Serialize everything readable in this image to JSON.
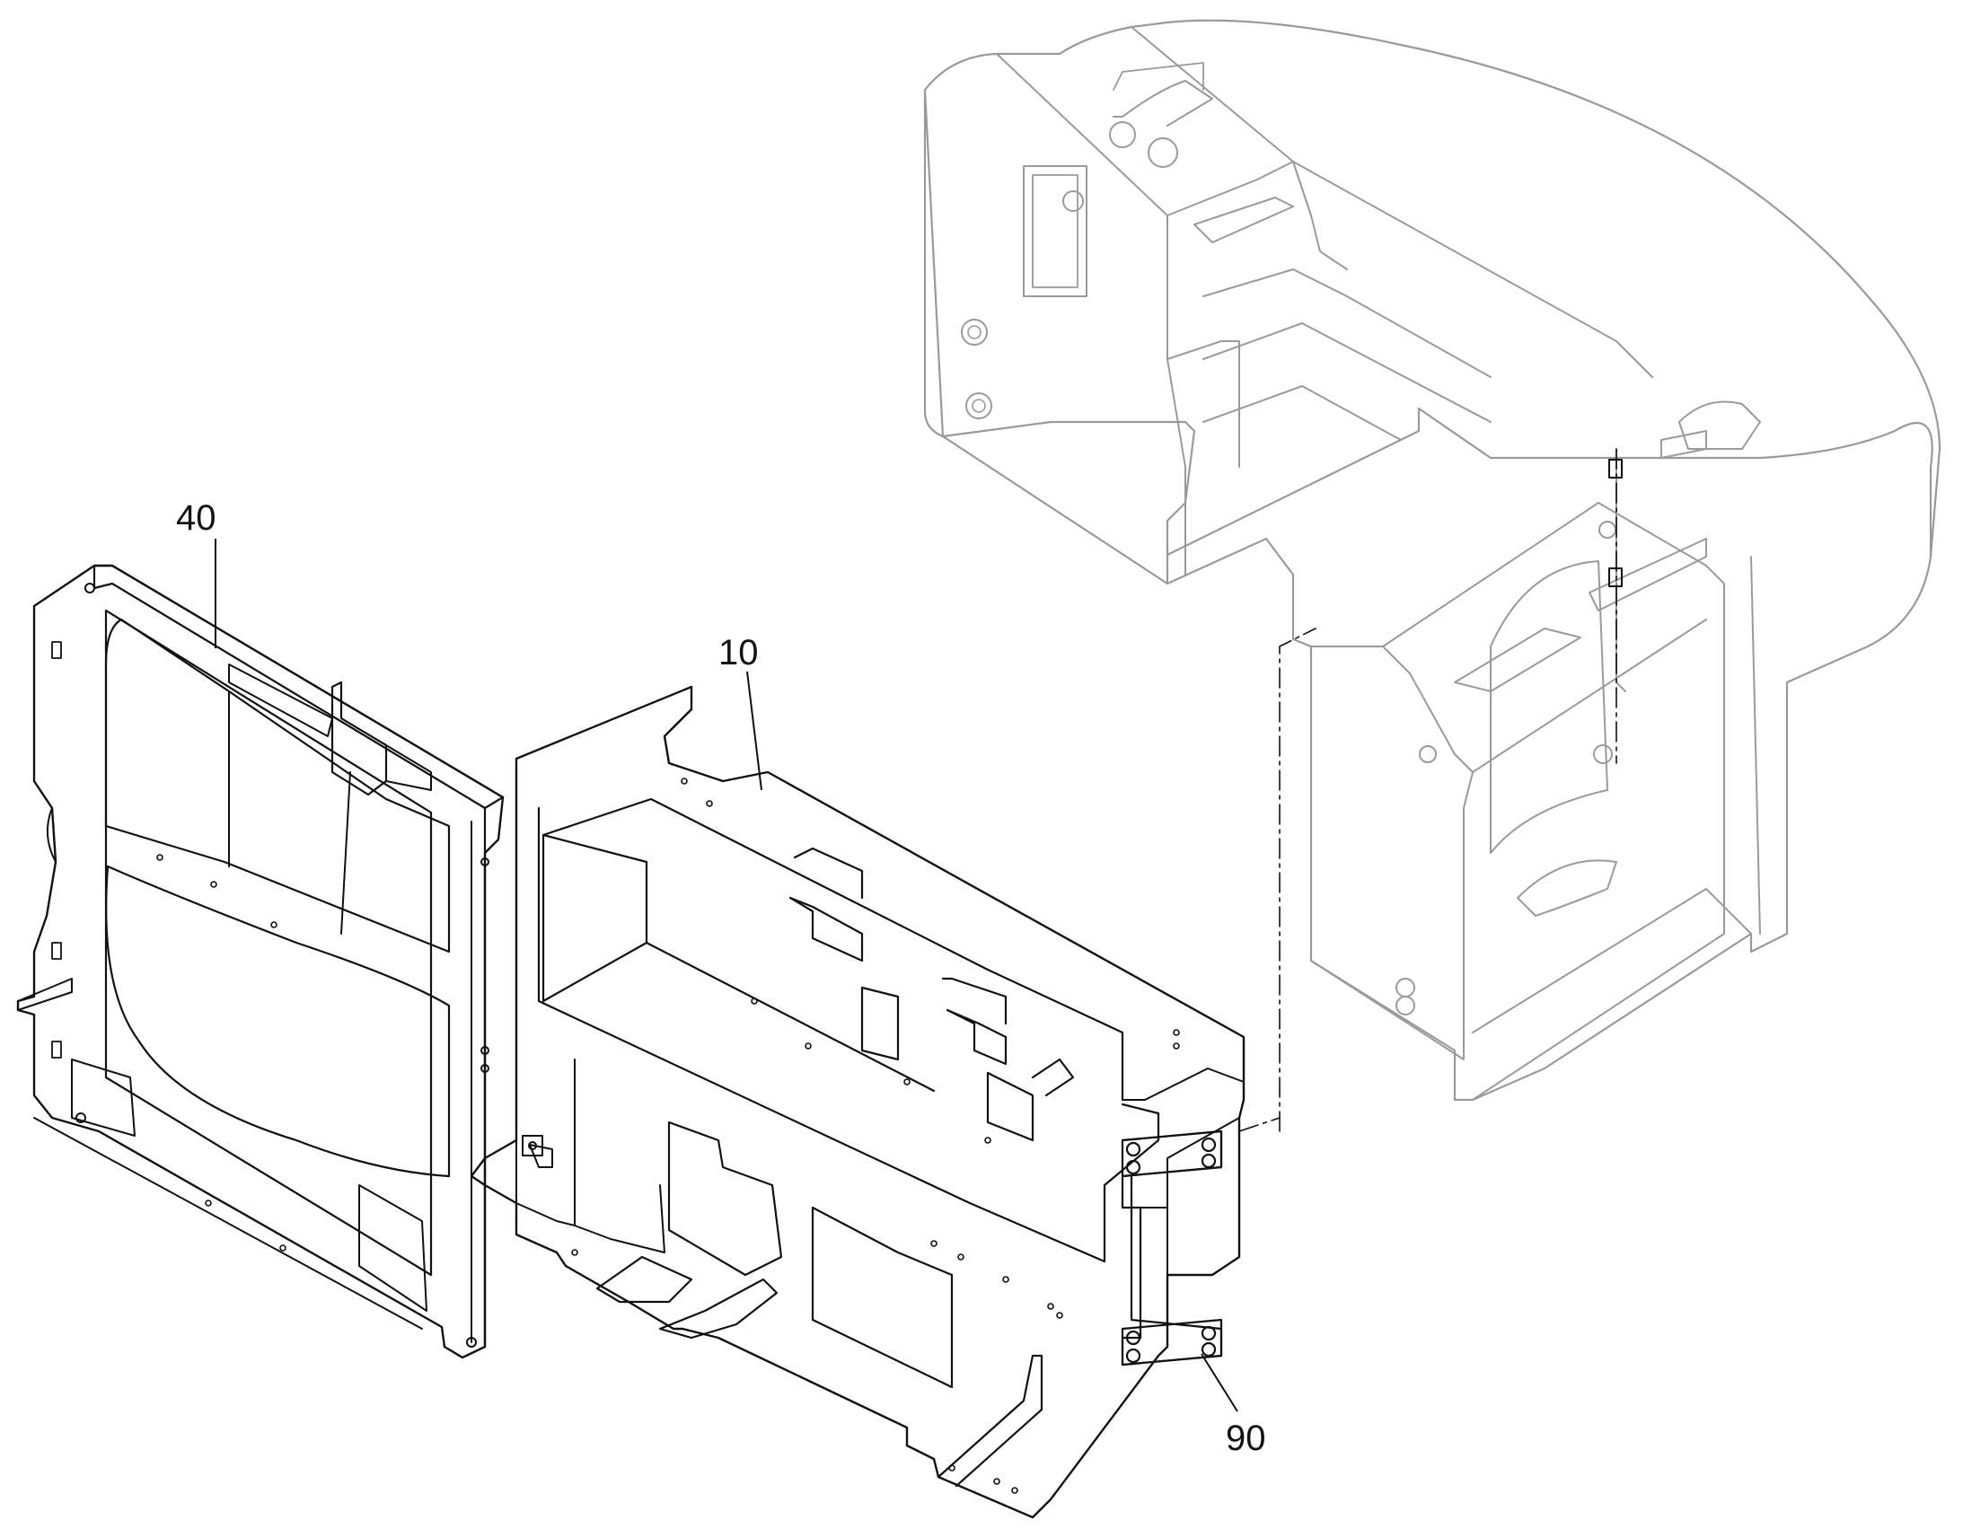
{
  "diagram": {
    "colors": {
      "line": "#111111",
      "ghost": "#9a9a9a",
      "ghost_fill": "#f6f6f6",
      "face_dark": "#e6e6e6",
      "background": "#ffffff"
    },
    "callouts": {
      "c40": {
        "label": "40"
      },
      "c10": {
        "label": "10"
      },
      "c90": {
        "label": "90"
      }
    }
  }
}
